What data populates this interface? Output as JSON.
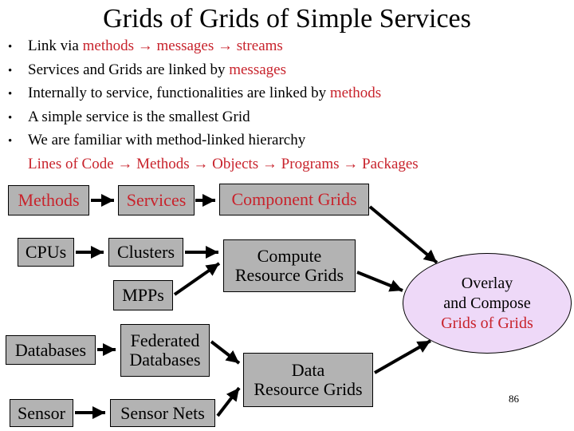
{
  "title": "Grids of Grids of Simple Services",
  "bullet_char": "•",
  "bullets": [
    {
      "black": "Link via ",
      "red": "methods → messages → streams"
    },
    {
      "black": "Services and Grids are linked by ",
      "red": "messages"
    },
    {
      "black": "Internally to service, functionalities are linked by ",
      "red": "methods"
    },
    {
      "black": "A simple service is the smallest Grid",
      "red": ""
    },
    {
      "black": "We are familiar with method-linked hierarchy",
      "red": ""
    }
  ],
  "hierarchy_line": "Lines of Code → Methods → Objects → Programs → Packages",
  "diagram": {
    "boxes": {
      "methods": {
        "label": "Methods"
      },
      "services": {
        "label": "Services"
      },
      "component_grids": {
        "label": "Component Grids"
      },
      "cpus": {
        "label": "CPUs"
      },
      "clusters": {
        "label": "Clusters"
      },
      "mpps": {
        "label": "MPPs"
      },
      "compute_resource_grids": {
        "line1": "Compute",
        "line2": "Resource Grids"
      },
      "databases": {
        "label": "Databases"
      },
      "federated_databases": {
        "line1": "Federated",
        "line2": "Databases"
      },
      "sensor": {
        "label": "Sensor"
      },
      "sensor_nets": {
        "label": "Sensor Nets"
      },
      "data_resource_grids": {
        "line1": "Data",
        "line2": "Resource Grids"
      }
    },
    "ellipse": {
      "line1": "Overlay",
      "line2": "and Compose",
      "line3": "Grids of Grids"
    }
  },
  "page_number": "86",
  "colors": {
    "accent_red": "#C8232C",
    "box_fill": "#B3B3B3",
    "box_border": "#000000",
    "ellipse_fill": "#EED9F8",
    "arrow": "#000000",
    "background": "#FFFFFF"
  }
}
